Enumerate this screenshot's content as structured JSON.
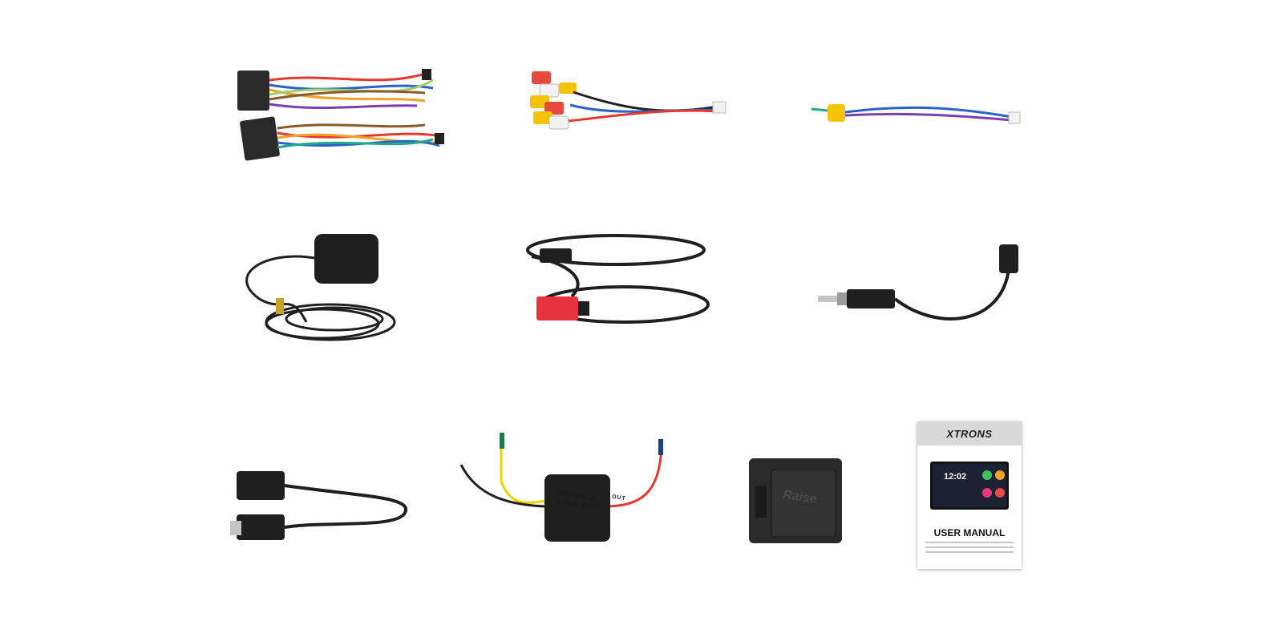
{
  "products": {
    "fuse_box_label": "FILTER & FUSE BOX",
    "fuse_box_tag": "OUT",
    "canbus_box_label": "Raise",
    "manual": {
      "brand": "XTRONS",
      "title": "USER MANUAL",
      "screen_time": "12:02"
    }
  }
}
